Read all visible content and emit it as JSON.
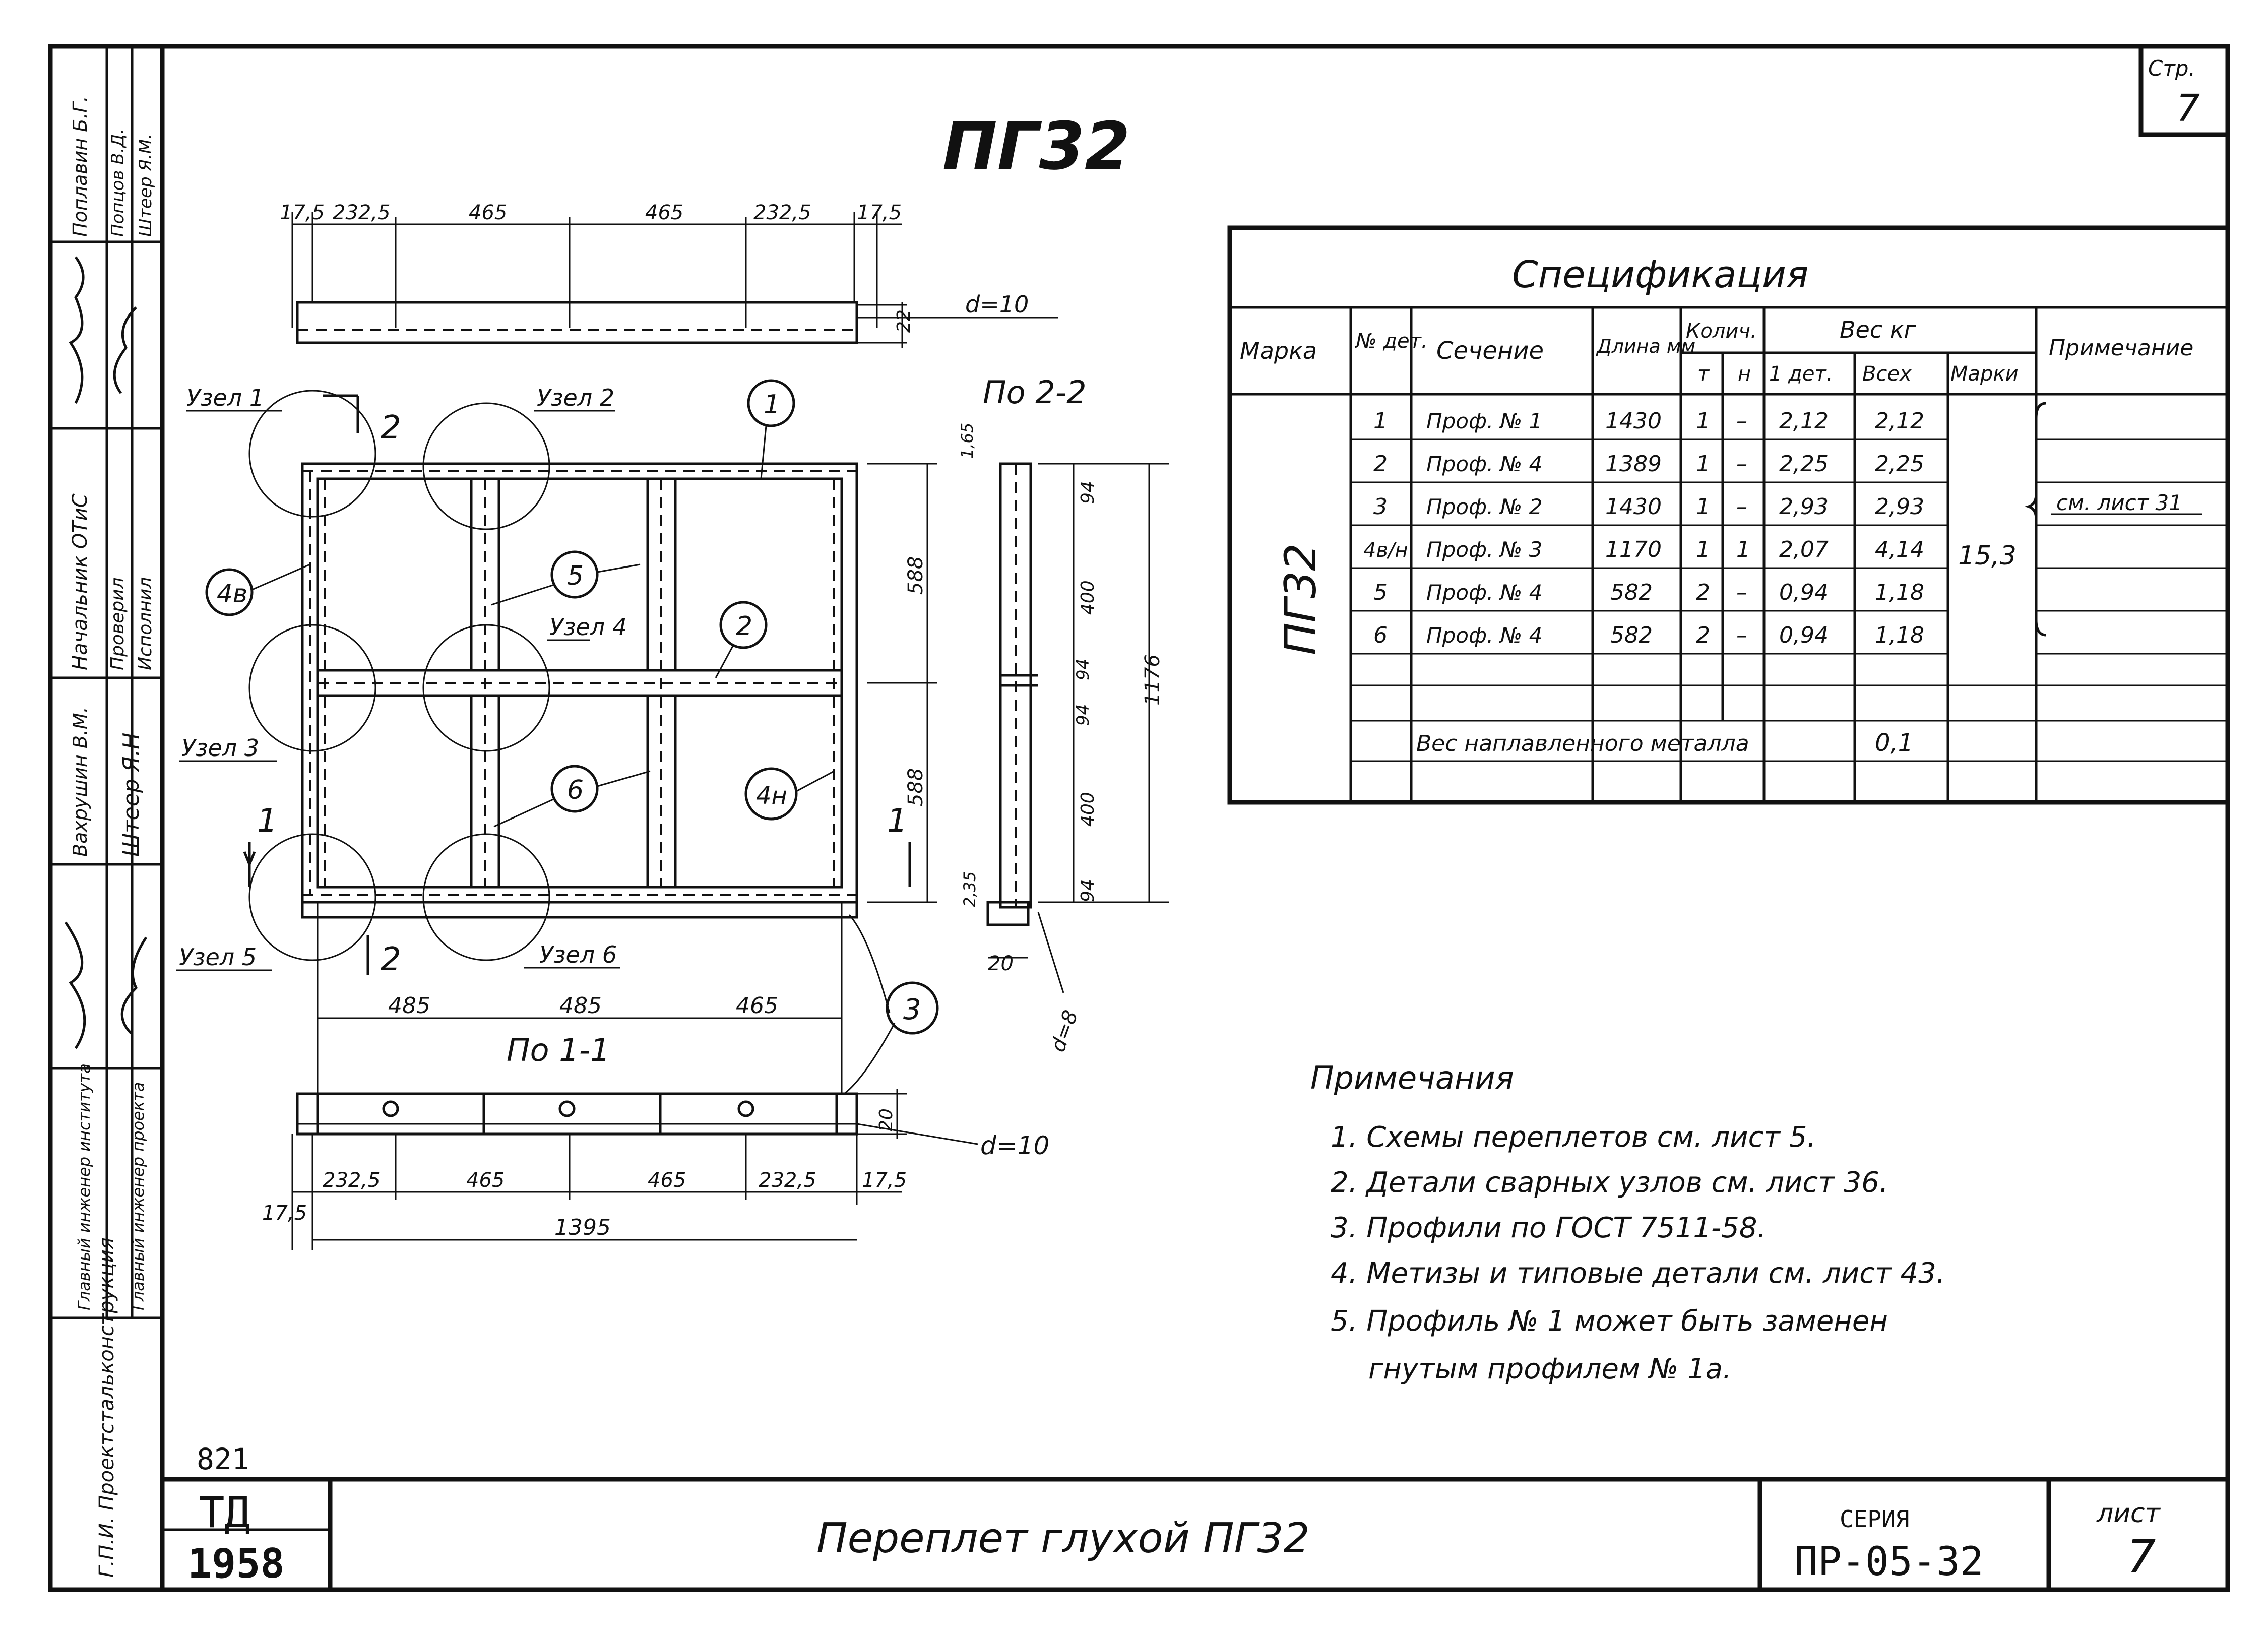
{
  "sheet": {
    "title_code": "ПГ32",
    "page_box": {
      "label": "Стр.",
      "number": "7"
    },
    "stamp_number": "821",
    "td_label": "ТД",
    "year": "1958",
    "drawing_title": "Переплет глухой ПГ32",
    "series_label": "СЕРИЯ",
    "series_value": "ПР-05-32",
    "sheet_label": "лист",
    "sheet_number": "7"
  },
  "left_strip": [
    "Поплавин Б.Г.",
    "Попцов В.Д.",
    "Штеер Я.М.",
    "Начальник ОТиС",
    "Проверил",
    "Исполнил",
    "Вахрушин В.М.",
    "Штеер Я.Н",
    "Главный инженер института",
    "Главный инженер проекта",
    "Г.П.И. Проектстальконструкция"
  ],
  "drawing": {
    "top_dims": [
      "17,5",
      "232,5",
      "465",
      "465",
      "232,5",
      "17,5"
    ],
    "bottom_dims": [
      "232,5",
      "465",
      "465",
      "232,5",
      "17,5"
    ],
    "bottom_left_dim": "17,5",
    "total_width": "1395",
    "mid_dims": [
      "485",
      "485",
      "465"
    ],
    "section_1_label": "По 1-1",
    "section_2_label": "По 2-2",
    "d_top": "d=10",
    "d_bottom": "d=10",
    "d_side": "d=8",
    "h_top_flange": "22",
    "h_bottom_flange": "20",
    "vert_dims": [
      "588",
      "588"
    ],
    "side_dims": [
      "94",
      "400",
      "94",
      "94",
      "400",
      "94"
    ],
    "side_total": "1176",
    "side_small": [
      "1,65",
      "2,35"
    ],
    "side_width": "20",
    "nodes": [
      "Узел 1",
      "Узел 2",
      "Узел 3",
      "Узел 4",
      "Узел 5",
      "Узел 6"
    ],
    "parts": [
      "1",
      "2",
      "3",
      "4в",
      "4н",
      "5",
      "6"
    ],
    "cuts": [
      "1",
      "1",
      "2",
      "2"
    ]
  },
  "spec": {
    "title": "Спецификация",
    "headers": {
      "marka": "Марка",
      "det": "№ дет.",
      "section": "Сечение",
      "length": "Длина мм",
      "qty": "Колич.",
      "qty_t": "т",
      "qty_n": "н",
      "weight": "Вес кг",
      "w_one": "1 дет.",
      "w_all": "Всех",
      "w_mark": "Марки",
      "note": "Примечание"
    },
    "mark": "ПГ32",
    "rows": [
      {
        "det": "1",
        "section": "Проф. № 1",
        "length": "1430",
        "t": "1",
        "n": "–",
        "w1": "2,12",
        "wall": "2,12"
      },
      {
        "det": "2",
        "section": "Проф. № 4",
        "length": "1389",
        "t": "1",
        "n": "–",
        "w1": "2,25",
        "wall": "2,25"
      },
      {
        "det": "3",
        "section": "Проф. № 2",
        "length": "1430",
        "t": "1",
        "n": "–",
        "w1": "2,93",
        "wall": "2,93"
      },
      {
        "det": "4в/н",
        "section": "Проф. № 3",
        "length": "1170",
        "t": "1",
        "n": "1",
        "w1": "2,07",
        "wall": "4,14"
      },
      {
        "det": "5",
        "section": "Проф. № 4",
        "length": "582",
        "t": "2",
        "n": "–",
        "w1": "0,94",
        "wall": "1,18"
      },
      {
        "det": "6",
        "section": "Проф. № 4",
        "length": "582",
        "t": "2",
        "n": "–",
        "w1": "0,94",
        "wall": "1,18"
      }
    ],
    "mark_weight": "15,3",
    "note": "см. лист 31",
    "weld_label": "Вес наплавленного металла",
    "weld_value": "0,1"
  },
  "notes": {
    "title": "Примечания",
    "items": [
      "1. Схемы переплетов см. лист 5.",
      "2. Детали сварных узлов см. лист 36.",
      "3. Профили по ГОСТ 7511-58.",
      "4. Метизы и типовые детали см. лист 43.",
      "5. Профиль № 1 может быть заменен",
      "гнутым профилем № 1а."
    ]
  }
}
